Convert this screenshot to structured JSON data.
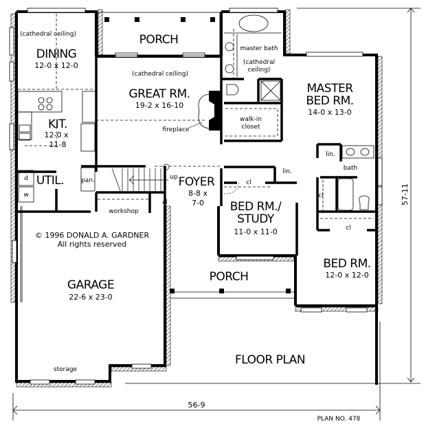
{
  "plan": {
    "title": "FLOOR PLAN",
    "plan_number": "PLAN NO. 478",
    "copyright_line1": "© 1996 DONALD A. GARDNER",
    "copyright_line2": "All rights reserved",
    "overall_width": "56-9",
    "overall_depth": "57-11"
  },
  "rooms": {
    "dining": {
      "name": "DINING",
      "dims": "12-0  x  12-0",
      "note": "(cathedral ceiling)"
    },
    "porch_rear": {
      "name": "PORCH"
    },
    "great_room": {
      "name": "GREAT RM.",
      "dims": "19-2  x  16-10",
      "note": "(cathedral ceiling)",
      "fireplace": "fireplace"
    },
    "master_bath": {
      "name": "master bath",
      "note1": "(cathedral",
      "note2": "ceiling)"
    },
    "master_bed": {
      "name1": "MASTER",
      "name2": "BED RM.",
      "dims": "14-0  x  13-0"
    },
    "walk_in_closet": {
      "line1": "walk-in",
      "line2": "closet"
    },
    "kitchen": {
      "name": "KIT.",
      "dims1": "12-0  x",
      "dims2": "11-8"
    },
    "utility": {
      "name": "UTIL.",
      "dryer": "d",
      "washer": "w"
    },
    "pantry": {
      "name": "pan."
    },
    "foyer": {
      "name": "FOYER",
      "dims1": "8-8  x",
      "dims2": "7-0",
      "stair_up": "up",
      "closet": "cl"
    },
    "workshop": {
      "name": "workshop"
    },
    "bed_study": {
      "name1": "BED RM./",
      "name2": "STUDY",
      "dims": "11-0  x  11-0",
      "closet": "cl",
      "linen": "lin."
    },
    "bath": {
      "name": "bath",
      "linen": "lin.",
      "closet": "cl"
    },
    "bedroom": {
      "name": "BED RM.",
      "dims": "12-0  x  12-0",
      "closet": "cl"
    },
    "porch_front": {
      "name": "PORCH"
    },
    "garage": {
      "name": "GARAGE",
      "dims": "22-6  x  23-0",
      "storage": "storage"
    }
  }
}
